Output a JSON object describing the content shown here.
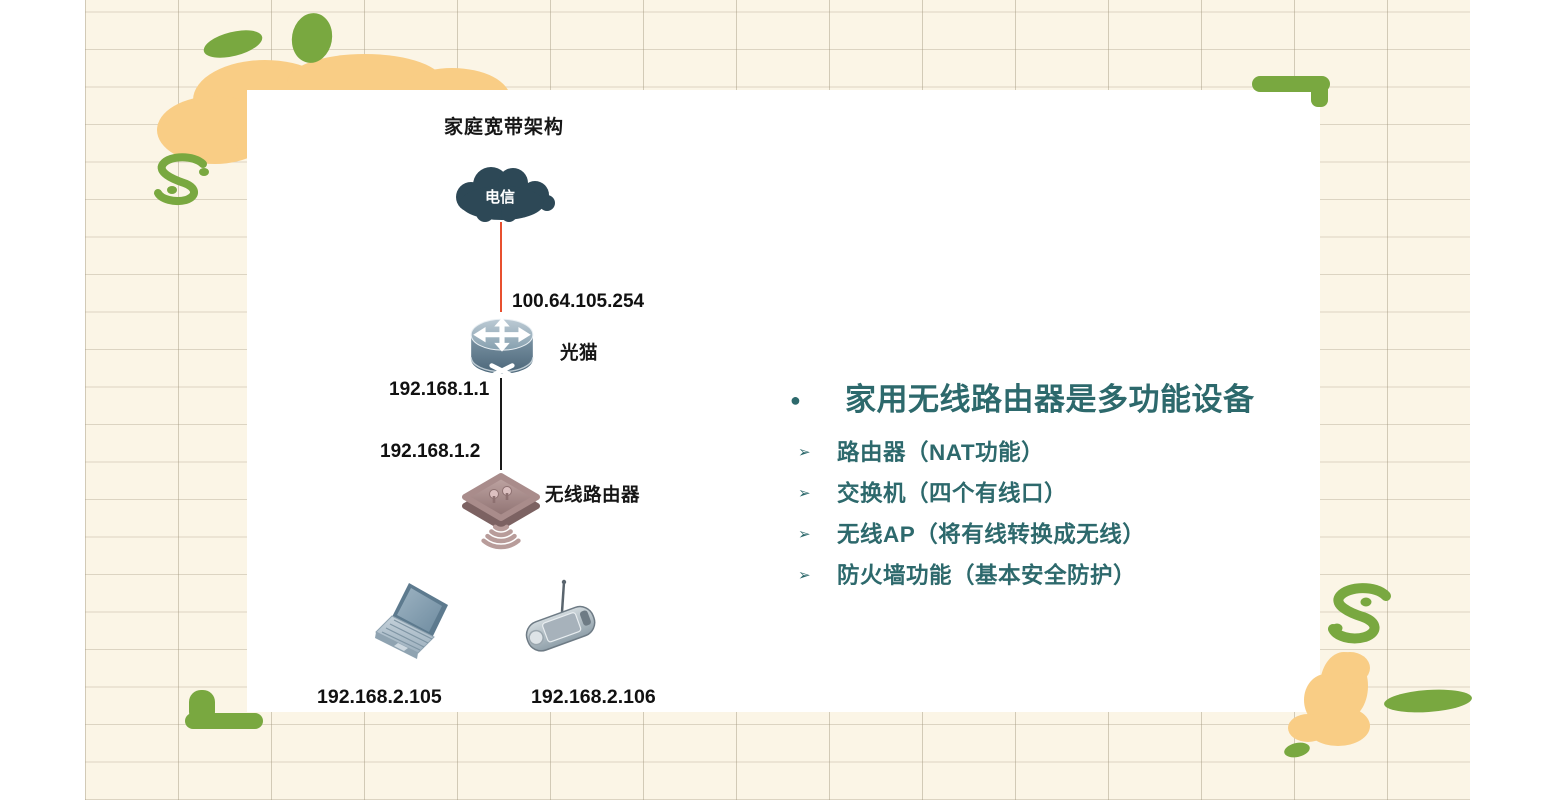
{
  "slide": {
    "title": "家庭宽带架构",
    "diagram": {
      "isp_cloud": {
        "label": "电信"
      },
      "modem": {
        "label": "光猫",
        "wan_ip": "100.64.105.254",
        "lan_ip": "192.168.1.1"
      },
      "wireless_router": {
        "label": "无线路由器",
        "wan_ip": "192.168.1.2"
      },
      "laptop": {
        "ip": "192.168.2.105"
      },
      "mobile": {
        "ip": "192.168.2.106"
      }
    },
    "notes": {
      "heading_bullet": "●",
      "heading": "家用无线路由器是多功能设备",
      "item_bullet": "➢",
      "items": [
        "路由器（NAT功能）",
        "交换机（四个有线口）",
        "无线AP（将有线转换成无线）",
        "防火墙功能（基本安全防护）"
      ]
    }
  },
  "colors": {
    "accent_teal": "#2D696C",
    "wan_link_red": "#E8502F",
    "lan_link_black": "#1A1A1A",
    "cloud_fill": "#2D4856",
    "deco_green": "#79A840",
    "deco_orange": "#F9CD85",
    "paper_cream": "#FBF5E6",
    "slide_white": "#FFFFFF"
  }
}
